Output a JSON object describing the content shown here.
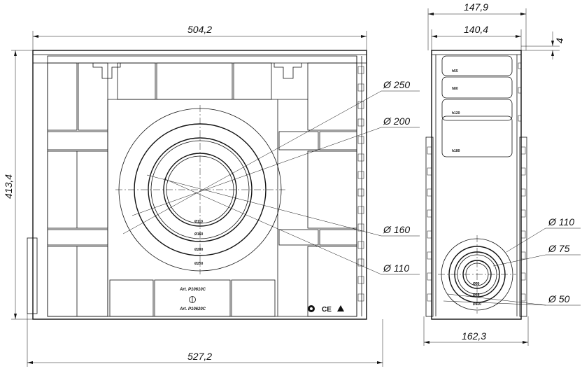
{
  "front_view": {
    "width_top": "504,2",
    "width_bottom": "527,2",
    "height": "413,4",
    "diameter_labels": [
      "Ø 250",
      "Ø 200",
      "Ø 160",
      "Ø 110"
    ],
    "inner_ring_labels": [
      "Ø110",
      "Ø160",
      "Ø200",
      "Ø250"
    ],
    "article_top": "Art. P10610C",
    "article_bottom": "Art. P10620C"
  },
  "side_view": {
    "width_outer": "147,9",
    "width_inner": "140,4",
    "lip": "4",
    "width_bottom": "162,3",
    "level_labels": [
      "h55",
      "h80",
      "h120",
      "h180"
    ],
    "diameter_labels": [
      "Ø 110",
      "Ø 75",
      "Ø 50"
    ],
    "inner_ring_labels": [
      "Ø50",
      "Ø75",
      "Ø110"
    ]
  },
  "marks": {
    "ce": "CE"
  }
}
